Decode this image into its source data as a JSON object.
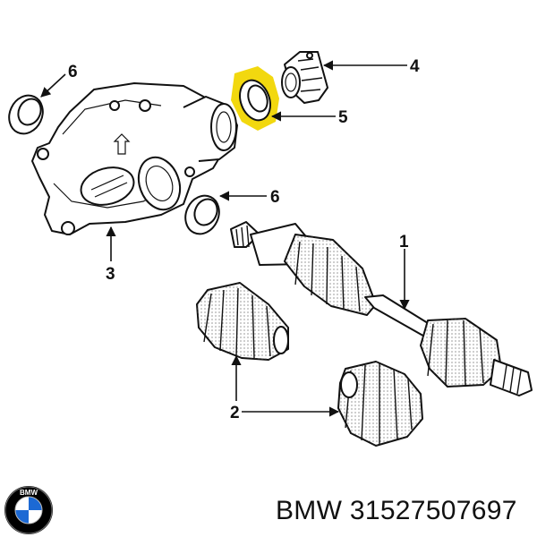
{
  "diagram": {
    "callouts": [
      {
        "id": "label-1",
        "text": "1"
      },
      {
        "id": "label-2",
        "text": "2"
      },
      {
        "id": "label-3",
        "text": "3"
      },
      {
        "id": "label-4",
        "text": "4"
      },
      {
        "id": "label-5",
        "text": "5"
      },
      {
        "id": "label-6-top",
        "text": "6"
      },
      {
        "id": "label-6-mid",
        "text": "6"
      }
    ],
    "highlight_color": "#f2d80f",
    "highlighted_callout": "5"
  },
  "footer": {
    "brand_text": "BMW 31527507697",
    "logo": {
      "name": "bmw-roundel-logo",
      "lettering": "BMW",
      "colors": [
        "#000000",
        "#ffffff",
        "#1c69d4"
      ]
    }
  }
}
